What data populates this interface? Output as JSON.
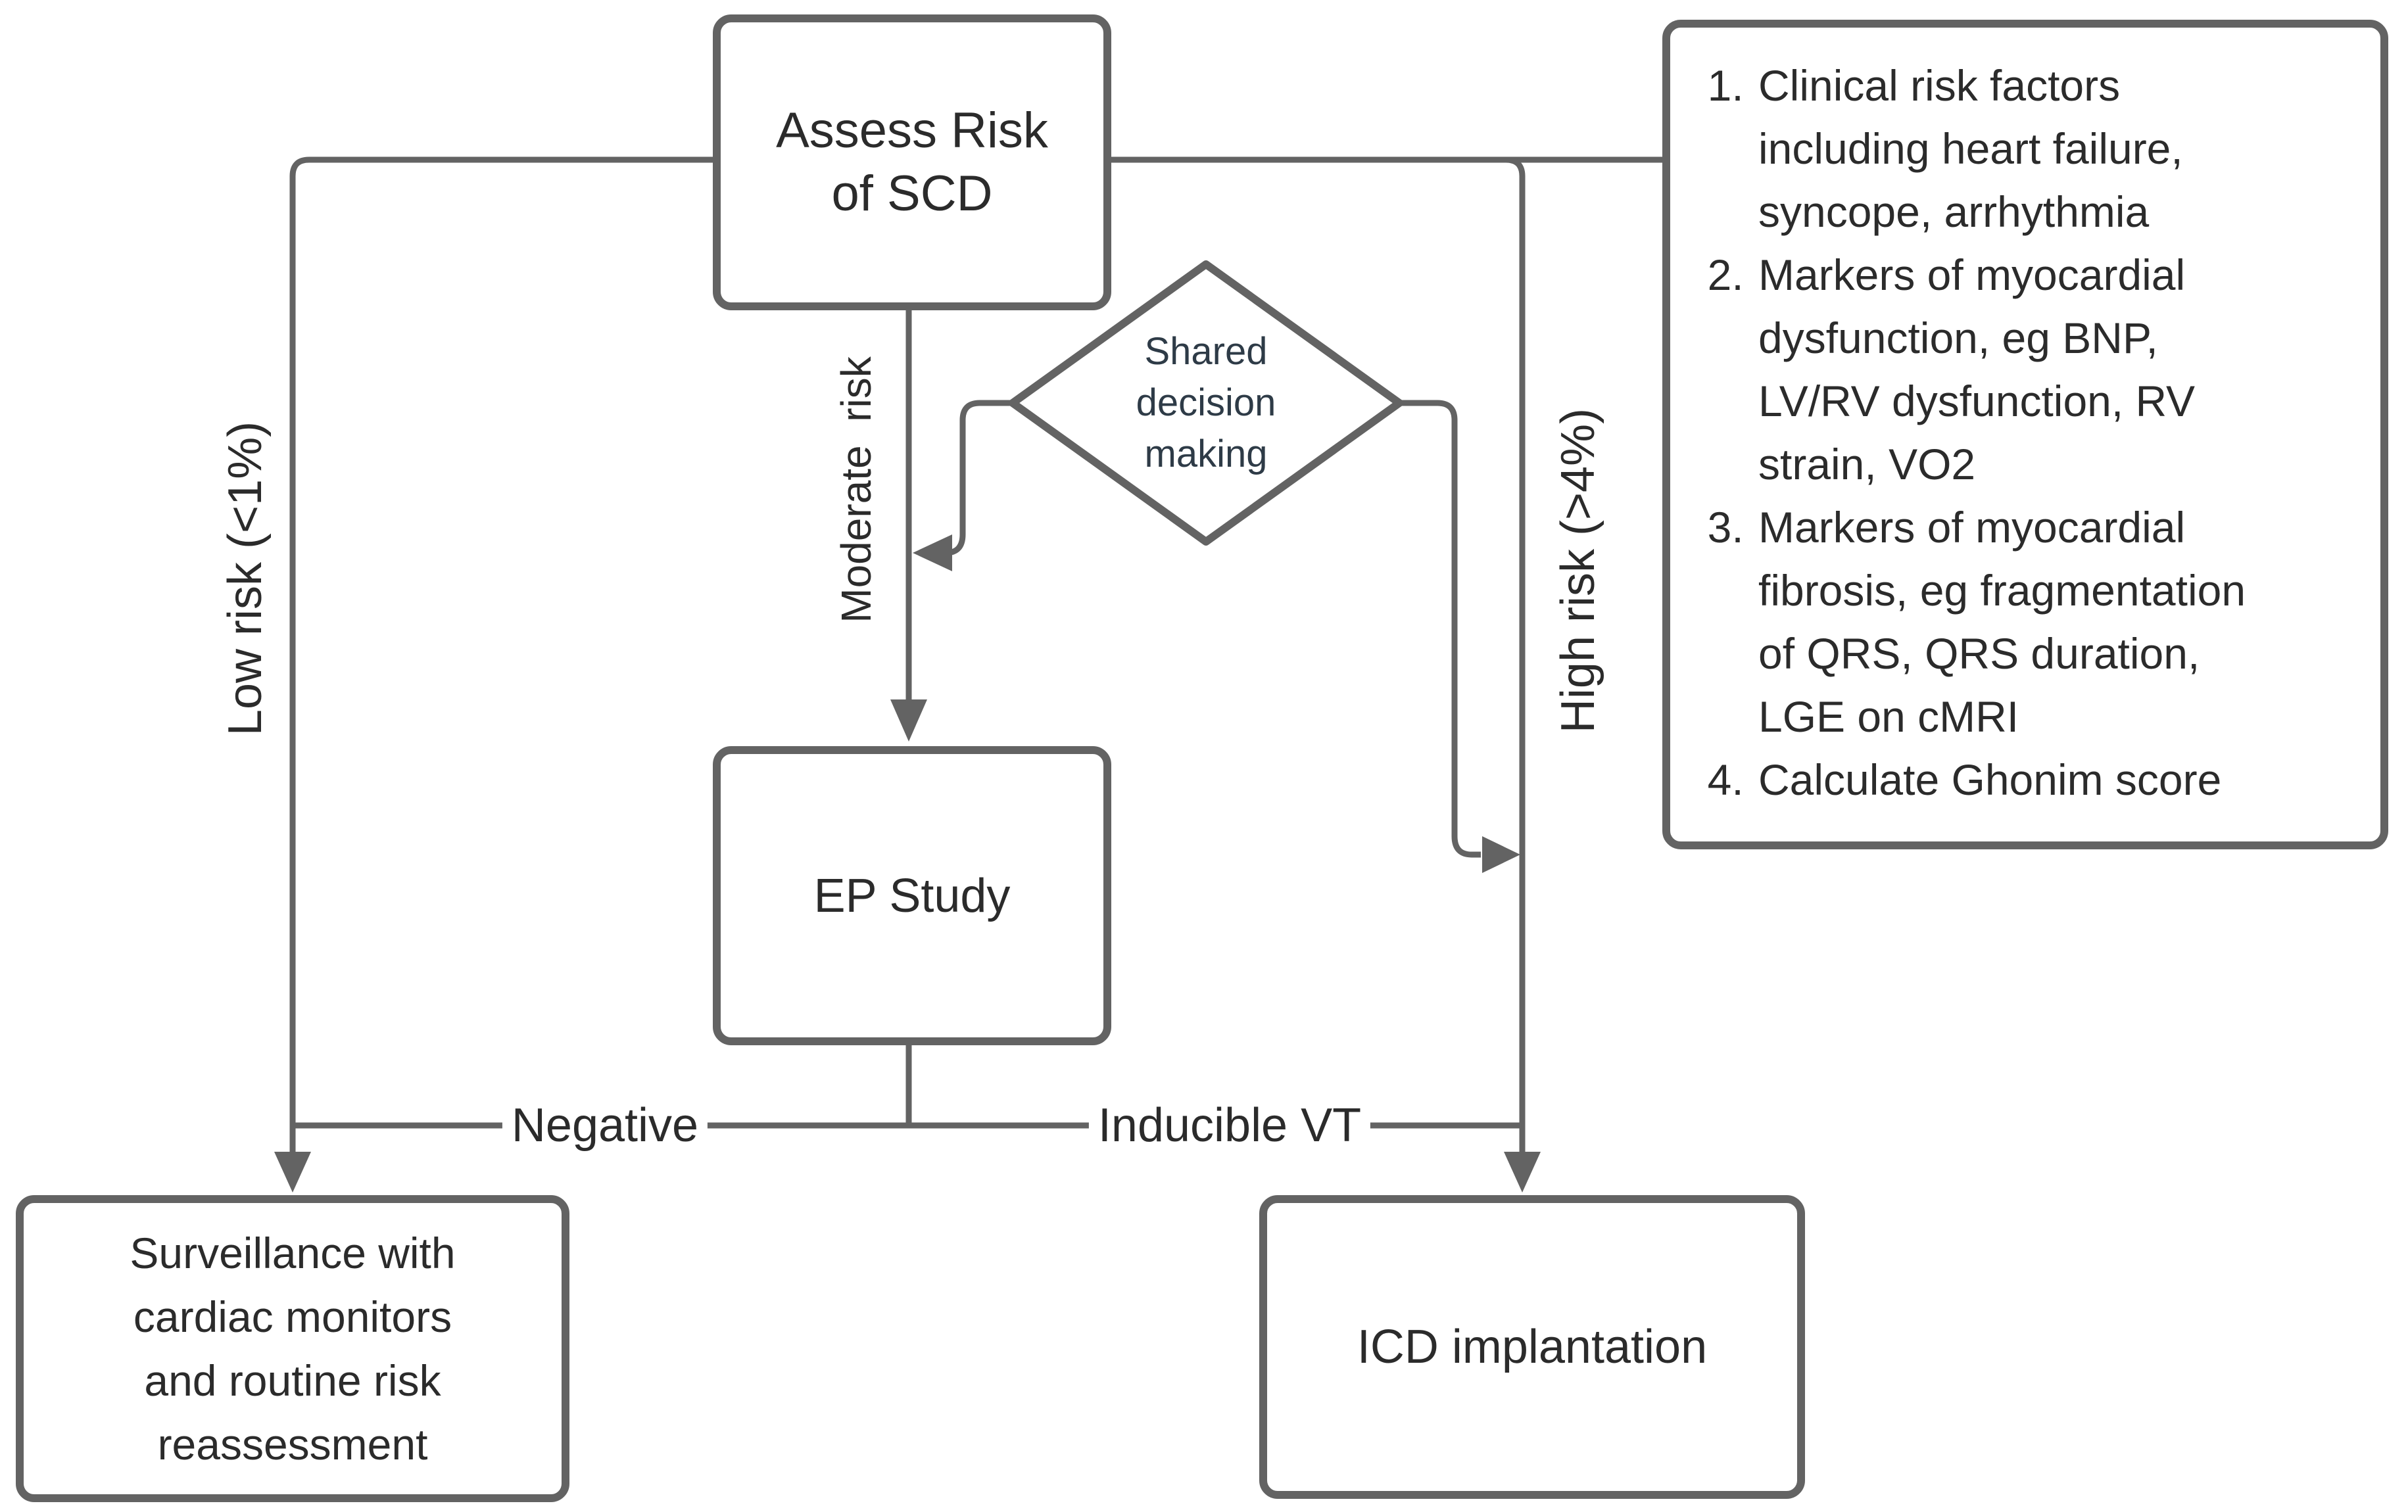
{
  "diagram": {
    "nodes": {
      "assess": {
        "label": "Assess Risk\nof SCD"
      },
      "shared_decision": {
        "label": "Shared\ndecision\nmaking"
      },
      "ep_study": {
        "label": "EP Study"
      },
      "surveillance": {
        "label": "Surveillance with\ncardiac monitors\nand routine risk\nreassessment"
      },
      "icd": {
        "label": "ICD implantation"
      }
    },
    "edges": {
      "low_risk": "Low risk (<1%)",
      "moderate_risk": "Moderate  risk",
      "high_risk": "High risk (>4%)",
      "negative": "Negative",
      "inducible_vt": "Inducible VT"
    },
    "notes": {
      "items": [
        "Clinical risk factors\nincluding heart failure,\nsyncope, arrhythmia",
        "Markers of myocardial\ndysfunction, eg BNP,\nLV/RV dysfunction, RV\nstrain, VO2",
        "Markers of myocardial\nfibrosis, eg fragmentation\nof QRS, QRS duration,\nLGE on cMRI",
        "Calculate Ghonim score"
      ]
    },
    "colors": {
      "line": "#636363",
      "text": "#2b2b2b",
      "diamond_text": "#2e3b47",
      "background": "#ffffff"
    }
  }
}
